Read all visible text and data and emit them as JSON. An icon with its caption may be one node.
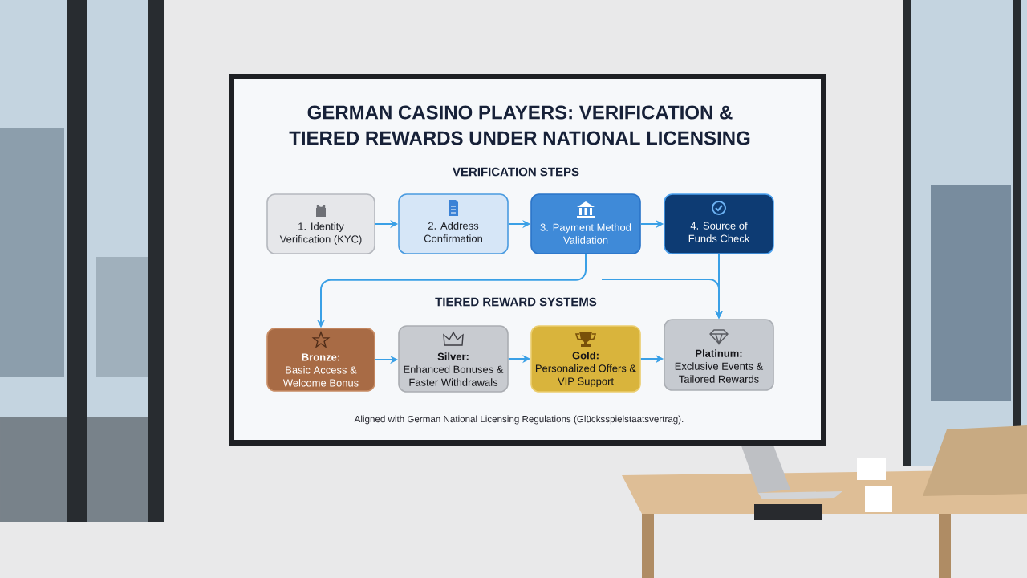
{
  "diagram": {
    "title": "GERMAN CASINO PLAYERS: VERIFICATION & TIERED REWARDS UNDER NATIONAL LICENSING",
    "caption": "Aligned with German National Licensing Regulations (Glücksspielstaatsvertrag).",
    "nodes": [
      {
        "text": [
          "1. Identity Verification (KYC)"
        ]
      },
      {
        "text": [
          "2. Address Confirmation"
        ]
      },
      {
        "text": [
          "3. Payment Method Validation"
        ]
      },
      {
        "text": [
          "4. Source of Funds Check"
        ]
      },
      {
        "text": [
          "Bronze:",
          "Basic Access & Welcome Bonus"
        ]
      },
      {
        "text": [
          "Silver:",
          "Enhanced Bonuses & Faster Withdrawals"
        ]
      },
      {
        "text": [
          "Gold:",
          "Personalized Offers & VIP Support"
        ]
      },
      {
        "text": [
          "Platinum:",
          "Exclusive Events & Tailored Rewards"
        ]
      }
    ],
    "edges": [
      {
        "from": 0,
        "to": 1,
        "arrow": "to"
      },
      {
        "from": 1,
        "to": 2,
        "arrow": "to"
      },
      {
        "from": 2,
        "to": 3,
        "arrow": "to"
      },
      {
        "from": 2,
        "to": 4,
        "arrow": "to"
      },
      {
        "from": 3,
        "to": 7,
        "arrow": "to"
      },
      {
        "from": null,
        "to": 7,
        "arrow": "to"
      },
      {
        "from": 4,
        "to": 5,
        "arrow": "to"
      },
      {
        "from": 5,
        "to": 6,
        "arrow": "to"
      },
      {
        "from": 6,
        "to": 7,
        "arrow": "to"
      }
    ],
    "labels": [
      "VERIFICATION STEPS",
      "TIERED REWARD SYSTEMS"
    ]
  }
}
